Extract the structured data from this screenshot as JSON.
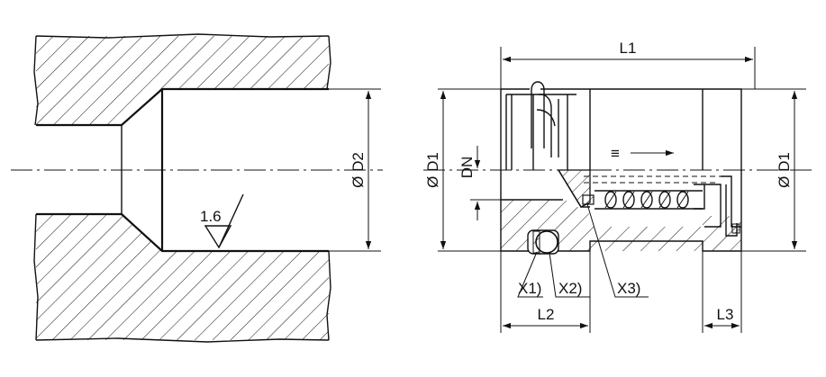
{
  "labels": {
    "roughness": "1.6",
    "dia_d2": "Ø D2",
    "dia_d1_left": "Ø D1",
    "dia_d1_right": "Ø D1",
    "dn": "DN",
    "l1": "L1",
    "l2": "L2",
    "l3": "L3",
    "x1": "X1)",
    "x2": "X2)",
    "x3": "X3)",
    "flow_arrow": "≡"
  }
}
